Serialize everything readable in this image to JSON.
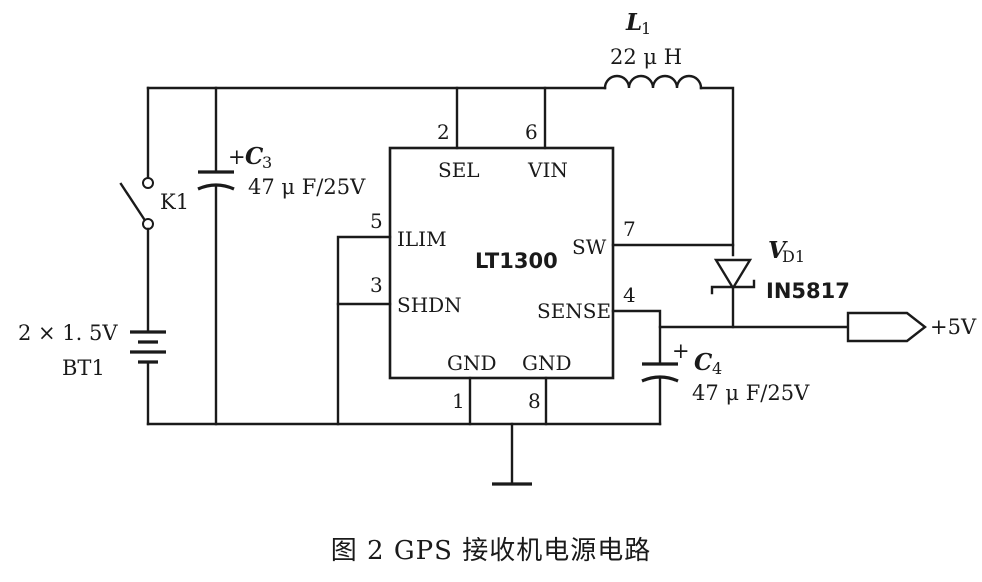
{
  "components": {
    "L1": {
      "ref_letter": "L",
      "ref_sub": "1",
      "value": "22 μ H"
    },
    "C3": {
      "plus": "+",
      "ref_letter": "C",
      "ref_sub": "3",
      "value": "47 μ F/25V"
    },
    "C4": {
      "plus": "+",
      "ref_letter": "C",
      "ref_sub": "4",
      "value": "47 μ F/25V"
    },
    "K1": {
      "ref": "K1"
    },
    "BT1": {
      "value": "2 × 1. 5V",
      "ref": "BT1"
    },
    "VD1": {
      "ref_letter": "V",
      "ref_sub": "D1",
      "value": "IN5817"
    },
    "output": {
      "label": "+5V"
    }
  },
  "chip": {
    "name": "LT1300",
    "pins": [
      {
        "number": "2",
        "name": "SEL"
      },
      {
        "number": "6",
        "name": "VIN"
      },
      {
        "number": "5",
        "name": "ILIM"
      },
      {
        "number": "3",
        "name": "SHDN"
      },
      {
        "number": "7",
        "name": "SW"
      },
      {
        "number": "4",
        "name": "SENSE"
      },
      {
        "number": "1",
        "name": "GND"
      },
      {
        "number": "8",
        "name": "GND"
      }
    ]
  },
  "caption": "图 2  GPS 接收机电源电路"
}
